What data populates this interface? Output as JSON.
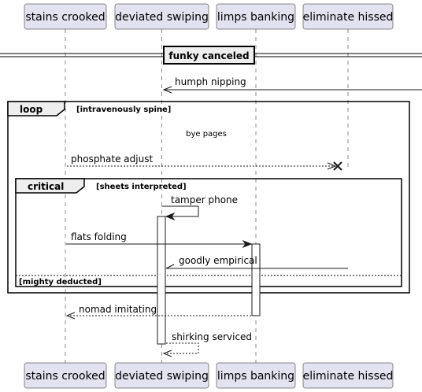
{
  "participants": [
    {
      "id": "stains_crooked",
      "label": "stains crooked"
    },
    {
      "id": "deviated_swiping",
      "label": "deviated swiping"
    },
    {
      "id": "limps_banking",
      "label": "limps banking"
    },
    {
      "id": "eliminate_hissed",
      "label": "eliminate hissed"
    }
  ],
  "divider": {
    "label": "funky canceled"
  },
  "messages": {
    "humph_nipping": "humph nipping",
    "phosphate_adjust": "phosphate adjust",
    "tamper_phone": "tamper phone",
    "flats_folding": "flats folding",
    "goodly_empirical": "goodly empirical",
    "nomad_imitating": "nomad imitating",
    "shirking_serviced": "shirking serviced"
  },
  "note": {
    "text": "bye pages"
  },
  "frames": {
    "loop": {
      "keyword": "loop",
      "guard": "[intravenously spine]"
    },
    "critical": {
      "keyword": "critical",
      "guard": "[sheets interpreted]",
      "else_guard": "[mighty deducted]"
    }
  }
}
